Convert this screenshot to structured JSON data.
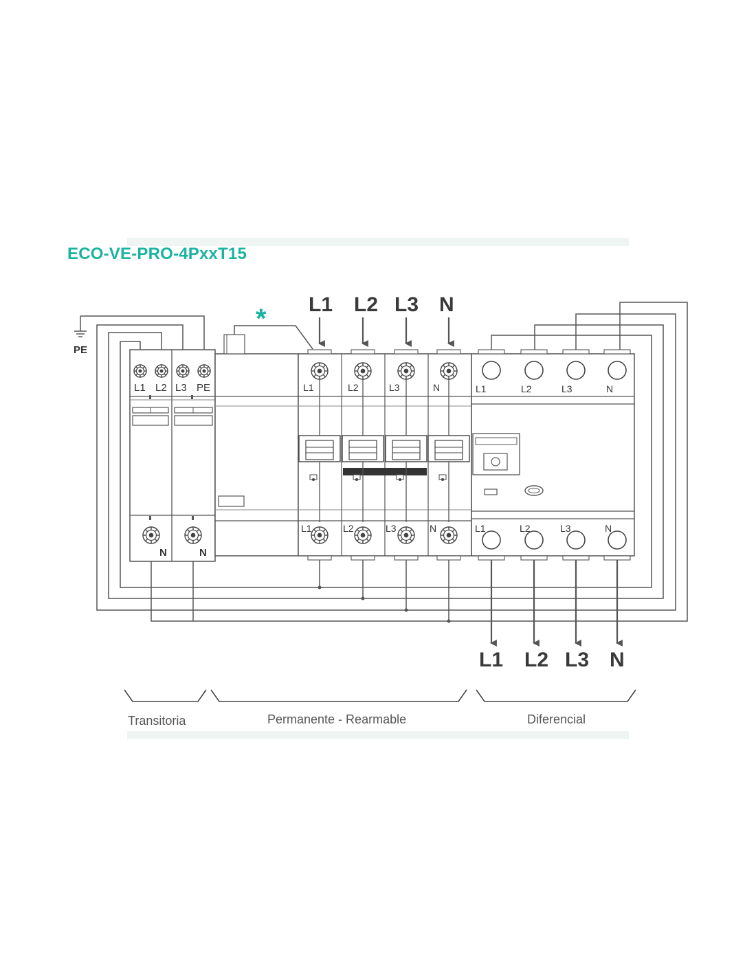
{
  "title": "ECO-VE-PRO-4PxxT15",
  "colors": {
    "accent": "#1ab3a0",
    "line": "#555555",
    "dark": "#333333"
  },
  "asterisk": "*",
  "pe_label": "PE",
  "inputs": [
    "L1",
    "L2",
    "L3",
    "N"
  ],
  "outputs": [
    "L1",
    "L2",
    "L3",
    "N"
  ],
  "transitoria": {
    "top_labels": [
      "L1",
      "L2",
      "L3",
      "PE"
    ],
    "bottom_labels": [
      "N",
      "N"
    ]
  },
  "permanente": {
    "top_labels": [
      "L1",
      "L2",
      "L3",
      "N"
    ],
    "bottom_labels": [
      "L1",
      "L2",
      "L3",
      "N"
    ]
  },
  "diferencial": {
    "top_labels": [
      "L1",
      "L2",
      "L3",
      "N"
    ],
    "bottom_labels": [
      "L1",
      "L2",
      "L3",
      "N"
    ]
  },
  "sections": [
    "Transitoria",
    "Permanente - Rearmable",
    "Diferencial"
  ]
}
